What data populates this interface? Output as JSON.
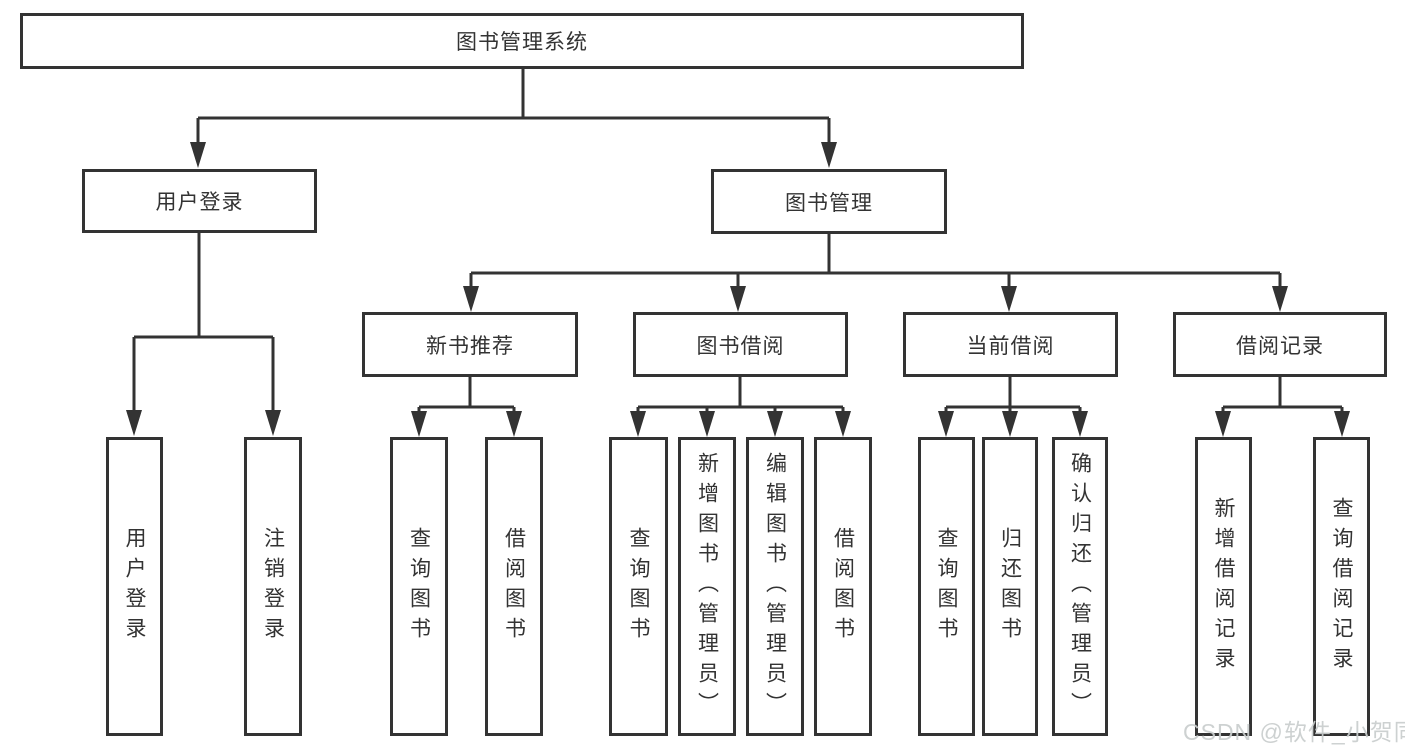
{
  "nodes": {
    "root": "图书管理系统",
    "user_login": "用户登录",
    "book_mgmt": "图书管理",
    "new_book_rec": "新书推荐",
    "book_borrow": "图书借阅",
    "current_borrow": "当前借阅",
    "borrow_records": "借阅记录",
    "leaf_user_login": "用户登录",
    "leaf_logout": "注销登录",
    "leaf_nb_query": "查询图书",
    "leaf_nb_borrow": "借阅图书",
    "leaf_bb_query": "查询图书",
    "leaf_bb_add": "新增图书（管理员）",
    "leaf_bb_edit": "编辑图书（管理员）",
    "leaf_bb_borrow": "借阅图书",
    "leaf_cb_query": "查询图书",
    "leaf_cb_return": "归还图书",
    "leaf_cb_confirm": "确认归还（管理员）",
    "leaf_br_add": "新增借阅记录",
    "leaf_br_query": "查询借阅记录"
  },
  "watermark": "CSDN @软件_小贺同学",
  "colors": {
    "line": "#333333",
    "box_border": "#333333",
    "text": "#333333",
    "background": "#ffffff",
    "watermark": "#c9cdcd"
  }
}
